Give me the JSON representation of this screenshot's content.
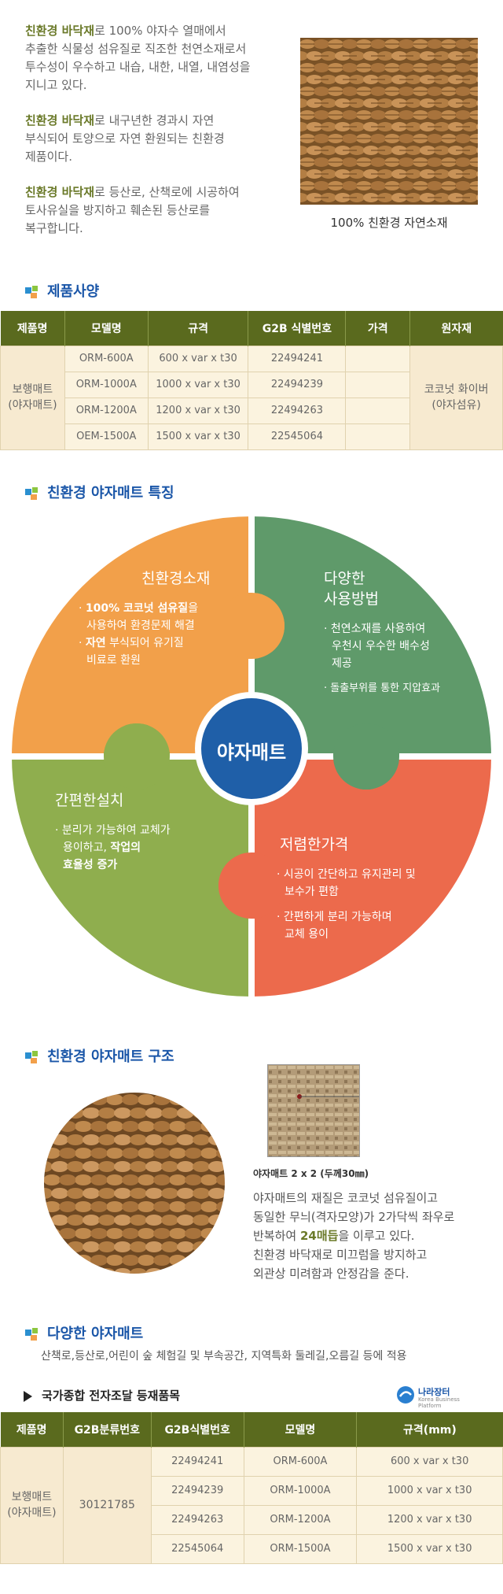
{
  "intro": {
    "p1_bold": "친환경 바닥재",
    "p1_rest_1": "로 100% 야자수 열매에서",
    "p1_line2": "추출한 식물성 섬유질로 직조한 천연소재로서",
    "p1_line3": "투수성이 우수하고 내습, 내한, 내열, 내염성을",
    "p1_line4": "지니고 있다.",
    "p2_bold": "친환경 바닥재",
    "p2_rest_1": "로 내구년한 경과시 자연",
    "p2_line2": "부식되어 토양으로 자연 환원되는 친환경",
    "p2_line3": "제품이다.",
    "p3_bold": "친환경 바닥재",
    "p3_rest_1": "로 등산로, 산책로에 시공하여",
    "p3_line2": "토사유실을 방지하고 훼손된 등산로를",
    "p3_line3": "복구합니다.",
    "image_caption": "100% 친환경 자연소재"
  },
  "spec": {
    "title": "제품사양",
    "headers": [
      "제품명",
      "모델명",
      "규격",
      "G2B 식별번호",
      "가격",
      "원자재"
    ],
    "product_name_l1": "보행매트",
    "product_name_l2": "(야자매트)",
    "material_l1": "코코넛 화이버",
    "material_l2": "(야자섬유)",
    "rows": [
      {
        "model": "ORM-600A",
        "size": "600 x var x t30",
        "g2b": "22494241",
        "price": ""
      },
      {
        "model": "ORM-1000A",
        "size": "1000 x var x t30",
        "g2b": "22494239",
        "price": ""
      },
      {
        "model": "ORM-1200A",
        "size": "1200 x var x t30",
        "g2b": "22494263",
        "price": ""
      },
      {
        "model": "OEM-1500A",
        "size": "1500 x var x t30",
        "g2b": "22545064",
        "price": ""
      }
    ]
  },
  "features": {
    "title": "친환경 야자매트 특징",
    "center": "야자매트",
    "p1_title": "친환경소재",
    "p1_b1_bold": "100% 코코넛 섬유질",
    "p1_b1_rest": "을",
    "p1_b1_line2": "사용하여 환경문제 해결",
    "p1_b2_bold": "자연",
    "p1_b2_rest": " 부식되어 유기질",
    "p1_b2_line2": "비료로 환원",
    "p2_title_l1": "다양한",
    "p2_title_l2": "사용방법",
    "p2_b1_l1": "천연소재를 사용하여",
    "p2_b1_l2": "우천시 우수한 배수성",
    "p2_b1_l3": "제공",
    "p2_b2": "돌출부위를 통한 지압효과",
    "p3_title": "간편한설치",
    "p3_b1_l1": "분리가 가능하여 교체가",
    "p3_b1_l2_a": "용이하고, ",
    "p3_b1_l2_b": "작업의",
    "p3_b1_l3": "효율성 증가",
    "p4_title": "저렴한가격",
    "p4_b1_l1": "시공이 간단하고 유지관리 및",
    "p4_b1_l2": "보수가 편함",
    "p4_b2_l1": "간편하게 분리 가능하며",
    "p4_b2_l2": "교체 용이",
    "colors": {
      "orange": "#f2a04a",
      "green": "#5f9a6a",
      "olive": "#8fae4e",
      "red": "#ec6a4c",
      "blue": "#1f5fa8"
    }
  },
  "structure": {
    "title": "친환경 야자매트 구조",
    "thumb_caption": "야자매트 2 x 2 (두께30㎜)",
    "l1": "야자매트의 재질은 코코넛 섬유질이고",
    "l2": "동일한 무늬(격자모양)가 2가닥씩 좌우로",
    "l3_a": "반복하여 ",
    "l3_b": "24매듭",
    "l3_c": "을 이루고 있다.",
    "l4": "친환경 바닥재로 미끄럼을 방지하고",
    "l5": "외관상 미려함과 안정감을 준다."
  },
  "uses": {
    "title": "다양한 야자매트",
    "text": "산책로,등산로,어린이 숲 체험길 및 부속공간, 지역특화 둘레길,오름길 등에 적용"
  },
  "g2b": {
    "title": "국가종합 전자조달 등재품목",
    "logo_main": "나라장터",
    "logo_sub": "Korea Business Platform",
    "headers": [
      "제품명",
      "G2B분류번호",
      "G2B식별번호",
      "모델명",
      "규격(mm)"
    ],
    "product_l1": "보행매트",
    "product_l2": "(야자매트)",
    "class_no": "30121785",
    "rows": [
      {
        "id": "22494241",
        "model": "ORM-600A",
        "size": "600 x var x t30"
      },
      {
        "id": "22494239",
        "model": "ORM-1000A",
        "size": "1000 x var x t30"
      },
      {
        "id": "22494263",
        "model": "ORM-1200A",
        "size": "1200 x var x t30"
      },
      {
        "id": "22545064",
        "model": "ORM-1500A",
        "size": "1500 x var x t30"
      }
    ]
  }
}
